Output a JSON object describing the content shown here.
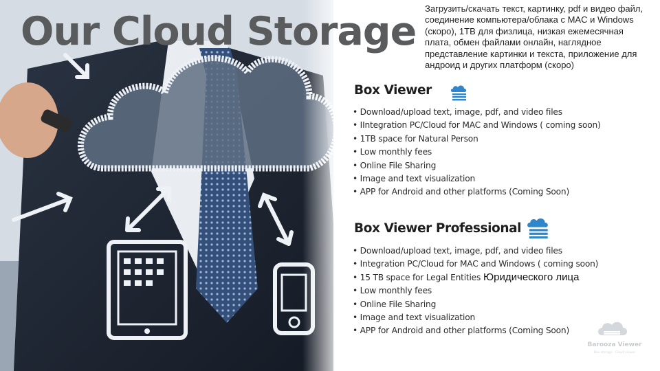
{
  "headline": "Our Cloud Storage",
  "russian_note": "Загрузить/скачать текст, картинку, pdf и видео файл, соединение компьютера/облака с MAC и Windows (скоро), 1TB для физлица, низкая ежемесячная плата, обмен файлами онлайн, наглядное представление картинки и текста, приложение для андроид и других платформ (скоро)",
  "box_viewer": {
    "title": "Box Viewer",
    "icon": "cloud-stack-icon",
    "features": [
      "Download/upload text, image, pdf, and video files",
      "IIntegration PC/Cloud for MAC and Windows ( coming soon)",
      "1TB  space for Natural Person",
      "Low monthly fees",
      "Online File Sharing",
      "Image and text visualization",
      "APP  for Android and other platforms (Coming Soon)"
    ]
  },
  "box_viewer_pro": {
    "title": "Box Viewer Professional",
    "icon": "cloud-stack-icon",
    "features": [
      "Download/upload text, image, pdf, and video files",
      "Integration PC/Cloud for MAC and Windows ( coming soon)",
      "15 TB  space for Legal Entities",
      "Low monthly fees",
      "Online File Sharing",
      "Image and text visualization",
      "APP  for Android and other platforms (Coming Soon)"
    ]
  },
  "pro_overlay_text": "Юридического лица",
  "brand": {
    "name": "Barooza Viewer",
    "tagline": "Box storage  ·  Cloud viewer"
  },
  "colors": {
    "headline": "#5a5b5d",
    "suit": "#1c2330",
    "cloud_fill": "#5f6f82",
    "chalk": "#eef2f6",
    "icon_blue": "#2f86c8"
  }
}
